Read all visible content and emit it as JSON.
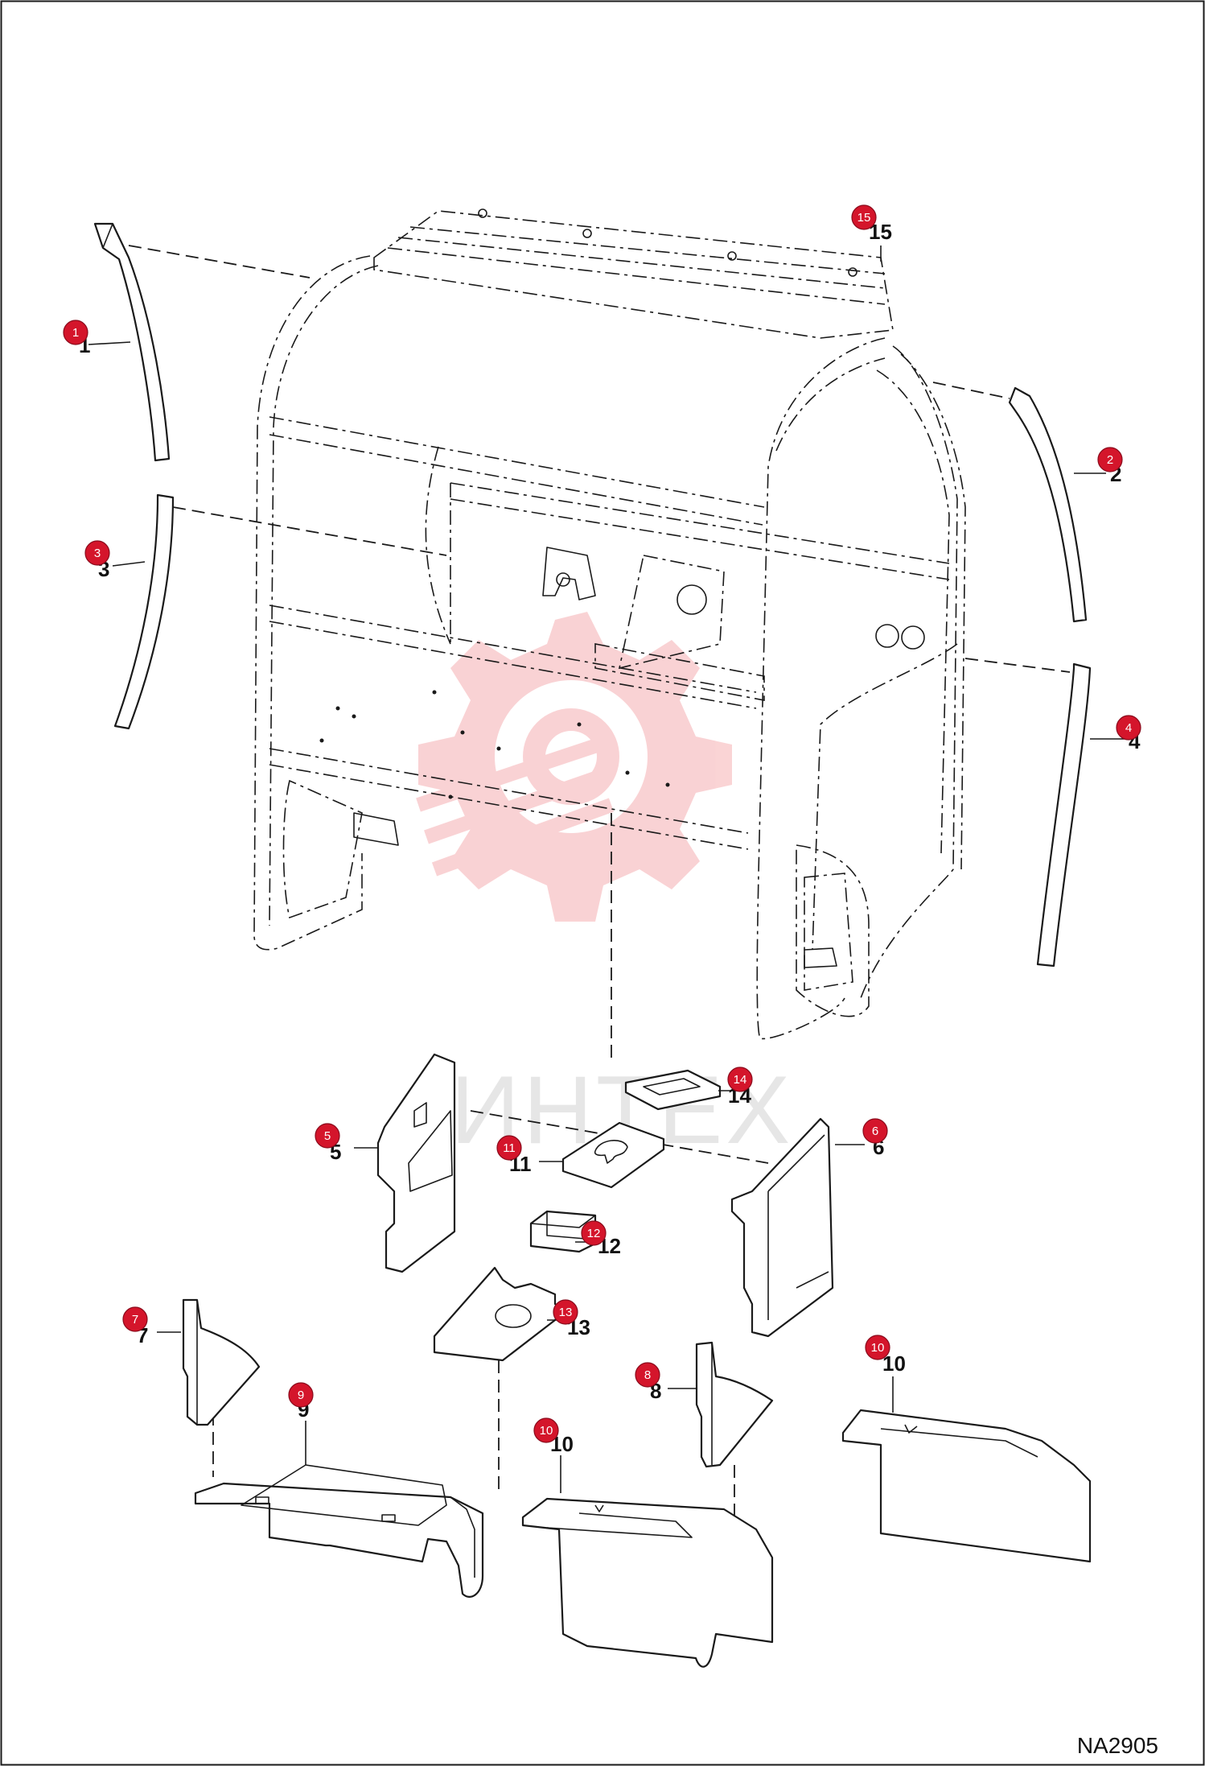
{
  "diagram": {
    "drawing_code": "NA2905",
    "accent_color": "#d4152b",
    "watermark": {
      "text": "ИНТЕХ",
      "color": "#e8393f"
    },
    "callouts": [
      {
        "id": "c1",
        "number": "1"
      },
      {
        "id": "c2",
        "number": "2"
      },
      {
        "id": "c3",
        "number": "3"
      },
      {
        "id": "c4",
        "number": "4"
      },
      {
        "id": "c5",
        "number": "5"
      },
      {
        "id": "c6",
        "number": "6"
      },
      {
        "id": "c7",
        "number": "7"
      },
      {
        "id": "c8",
        "number": "8"
      },
      {
        "id": "c9",
        "number": "9"
      },
      {
        "id": "c10a",
        "number": "10"
      },
      {
        "id": "c10b",
        "number": "10"
      },
      {
        "id": "c11",
        "number": "11"
      },
      {
        "id": "c12",
        "number": "12"
      },
      {
        "id": "c13",
        "number": "13"
      },
      {
        "id": "c14",
        "number": "14"
      },
      {
        "id": "c15",
        "number": "15"
      }
    ]
  }
}
